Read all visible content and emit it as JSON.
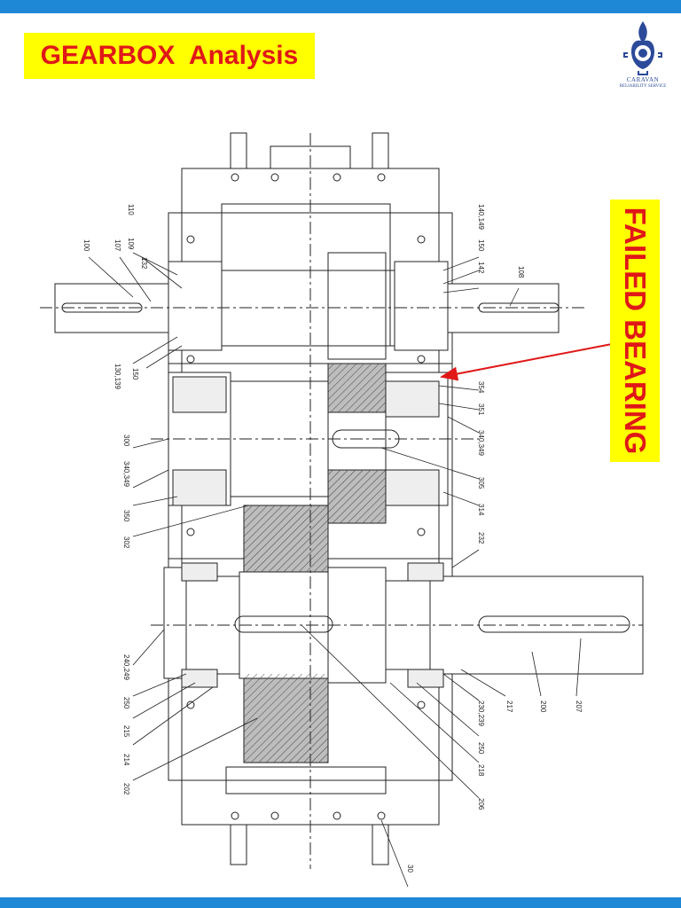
{
  "header": {
    "title": "GEARBOX  Analysis",
    "bar_color": "#1e88d6"
  },
  "logo": {
    "name": "CARAVAN",
    "subtitle": "RELIABILITY SERVICE",
    "icon": "gear-flame-icon",
    "color": "#2c4a9a"
  },
  "callout": {
    "text": "FAILED BEARING",
    "text_color": "#e01818",
    "box_color": "#ffff00"
  },
  "drawing": {
    "part_labels": [
      "100",
      "107",
      "109",
      "110",
      "132",
      "130,139",
      "150",
      "140,149",
      "150",
      "142",
      "108",
      "354",
      "351",
      "340,349",
      "305",
      "314",
      "300",
      "340,349",
      "350",
      "302",
      "232",
      "240,249",
      "250",
      "215",
      "214",
      "202",
      "230,239",
      "250",
      "218",
      "206",
      "217",
      "200",
      "207",
      "30"
    ]
  }
}
